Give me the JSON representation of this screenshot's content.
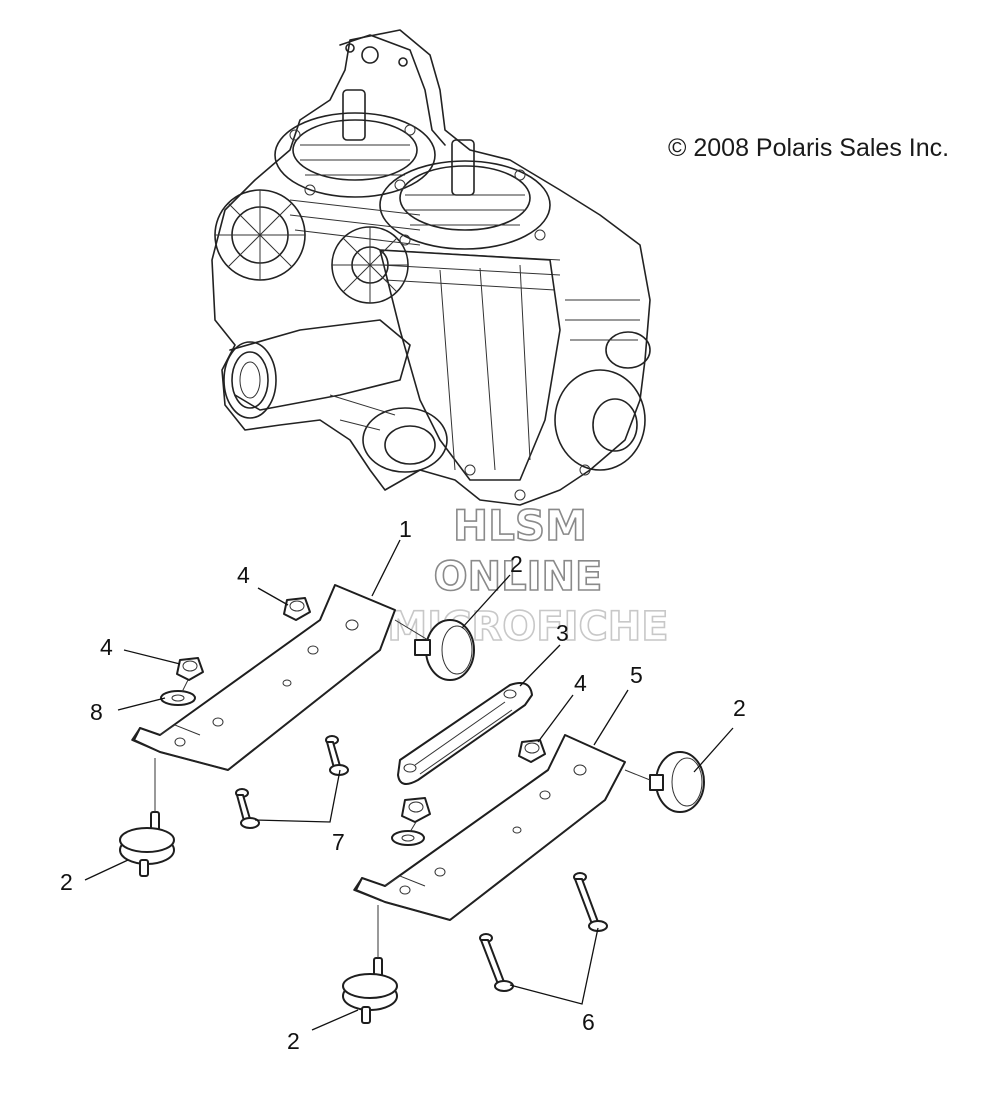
{
  "copyright": "© 2008 Polaris Sales Inc.",
  "watermark": {
    "line1": "HLSM",
    "line2": "ONLINE",
    "line3": "MICROFICHE"
  },
  "callouts": [
    {
      "id": "c1",
      "label": "1"
    },
    {
      "id": "c2a",
      "label": "2"
    },
    {
      "id": "c3",
      "label": "3"
    },
    {
      "id": "c4a",
      "label": "4"
    },
    {
      "id": "c4b",
      "label": "4"
    },
    {
      "id": "c8",
      "label": "8"
    },
    {
      "id": "c4c",
      "label": "4"
    },
    {
      "id": "c5",
      "label": "5"
    },
    {
      "id": "c2b",
      "label": "2"
    },
    {
      "id": "c7",
      "label": "7"
    },
    {
      "id": "c2c",
      "label": "2"
    },
    {
      "id": "c6",
      "label": "6"
    },
    {
      "id": "c2d",
      "label": "2"
    }
  ]
}
